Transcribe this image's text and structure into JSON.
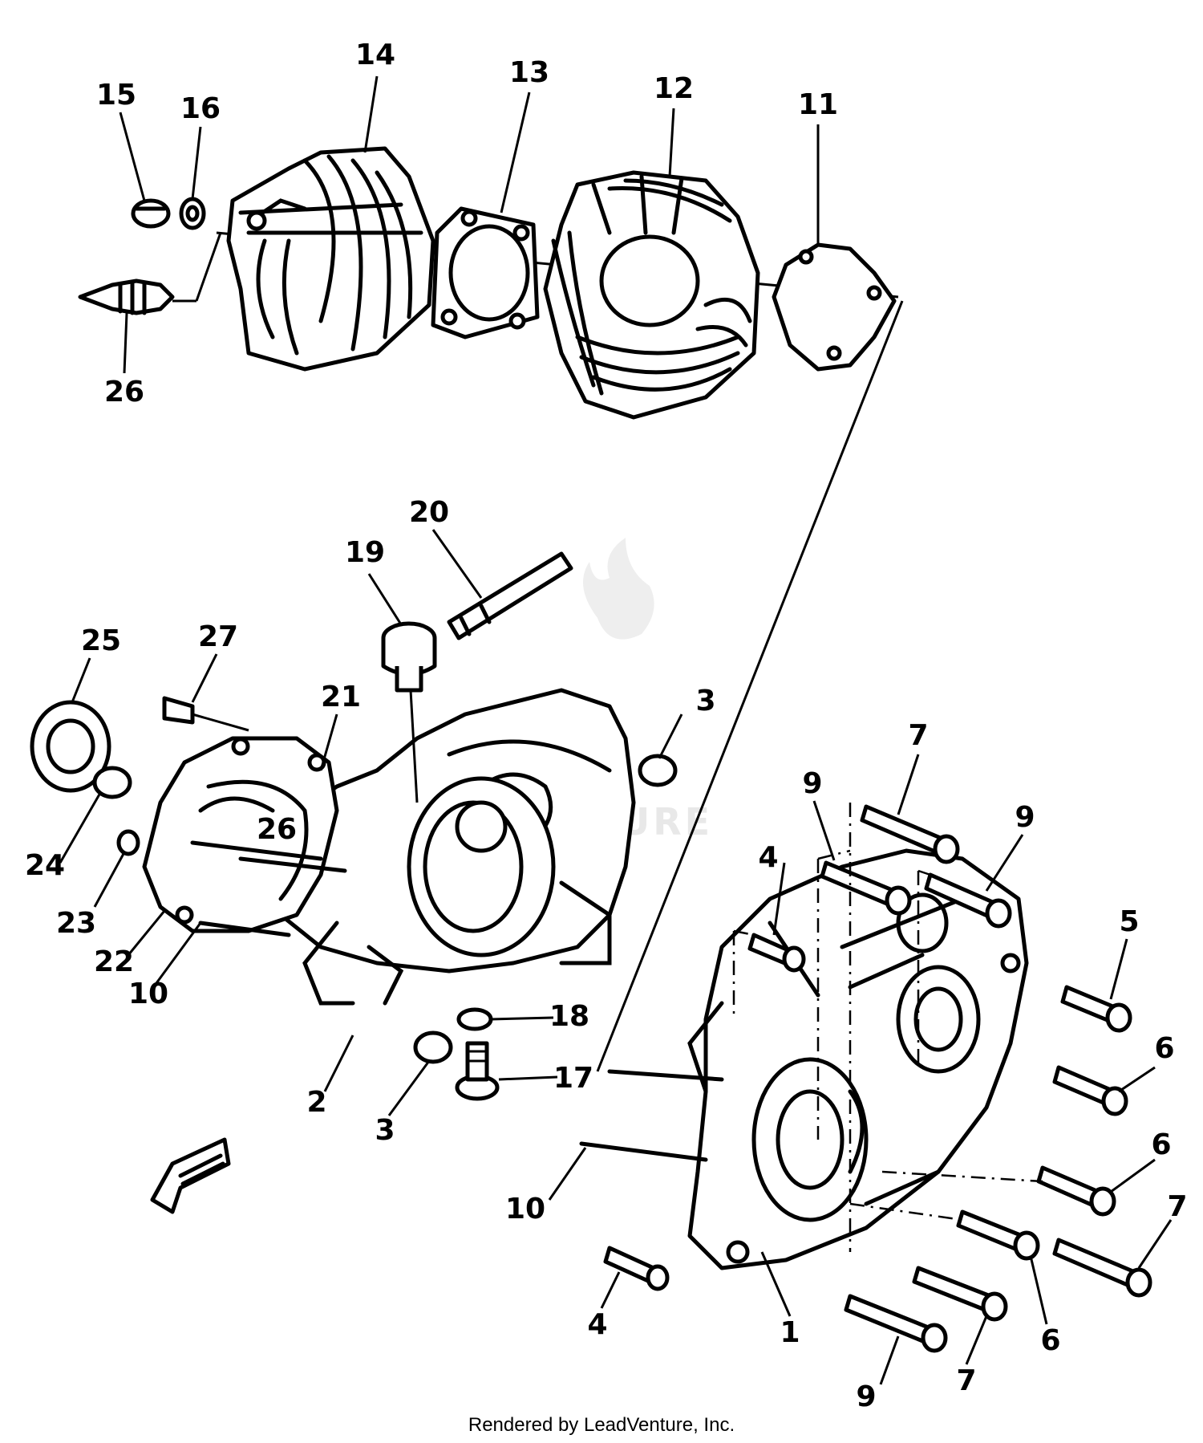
{
  "footer": "Rendered by LeadVenture, Inc.",
  "watermark": "VENTURE",
  "callouts": [
    {
      "id": "c1",
      "label": "1"
    },
    {
      "id": "c2",
      "label": "2"
    },
    {
      "id": "c3a",
      "label": "3"
    },
    {
      "id": "c3b",
      "label": "3"
    },
    {
      "id": "c4a",
      "label": "4"
    },
    {
      "id": "c4b",
      "label": "4"
    },
    {
      "id": "c5",
      "label": "5"
    },
    {
      "id": "c6a",
      "label": "6"
    },
    {
      "id": "c6b",
      "label": "6"
    },
    {
      "id": "c6c",
      "label": "6"
    },
    {
      "id": "c7a",
      "label": "7"
    },
    {
      "id": "c7b",
      "label": "7"
    },
    {
      "id": "c7c",
      "label": "7"
    },
    {
      "id": "c9a",
      "label": "9"
    },
    {
      "id": "c9b",
      "label": "9"
    },
    {
      "id": "c9c",
      "label": "9"
    },
    {
      "id": "c10a",
      "label": "10"
    },
    {
      "id": "c10b",
      "label": "10"
    },
    {
      "id": "c11",
      "label": "11"
    },
    {
      "id": "c12",
      "label": "12"
    },
    {
      "id": "c13",
      "label": "13"
    },
    {
      "id": "c14",
      "label": "14"
    },
    {
      "id": "c15",
      "label": "15"
    },
    {
      "id": "c16",
      "label": "16"
    },
    {
      "id": "c17",
      "label": "17"
    },
    {
      "id": "c18",
      "label": "18"
    },
    {
      "id": "c19",
      "label": "19"
    },
    {
      "id": "c20",
      "label": "20"
    },
    {
      "id": "c21",
      "label": "21"
    },
    {
      "id": "c22",
      "label": "22"
    },
    {
      "id": "c23",
      "label": "23"
    },
    {
      "id": "c24",
      "label": "24"
    },
    {
      "id": "c25",
      "label": "25"
    },
    {
      "id": "c26a",
      "label": "26"
    },
    {
      "id": "c26b",
      "label": "26"
    },
    {
      "id": "c27",
      "label": "27"
    }
  ]
}
